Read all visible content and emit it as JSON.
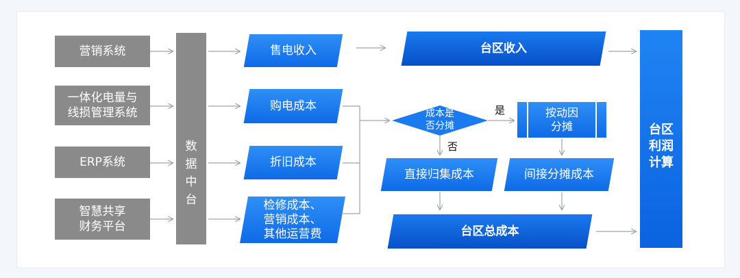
{
  "sources": [
    "营销系统",
    "一体化电量与\n线损管理系统",
    "ERP系统",
    "智慧共享\n财务平台"
  ],
  "platform": [
    "数",
    "据",
    "中",
    "台"
  ],
  "items": {
    "sales_income": "售电收入",
    "purchase_cost": "购电成本",
    "depreciation_cost": "折旧成本",
    "other_costs": "检修成本、\n营销成本、\n其他运营费"
  },
  "district_income": "台区收入",
  "decision": "成本是\n否分摊",
  "yes_label": "是",
  "no_label": "否",
  "allocate": "按动因\n分摊",
  "direct_cost": "直接归集成本",
  "indirect_cost": "间接分摊成本",
  "total_cost": "台区总成本",
  "profit": [
    "台区",
    "利润",
    "计算"
  ],
  "colors": {
    "gray": "#8a8a8a",
    "blue": "#1677ee",
    "arrow": "#9aa3ad"
  }
}
